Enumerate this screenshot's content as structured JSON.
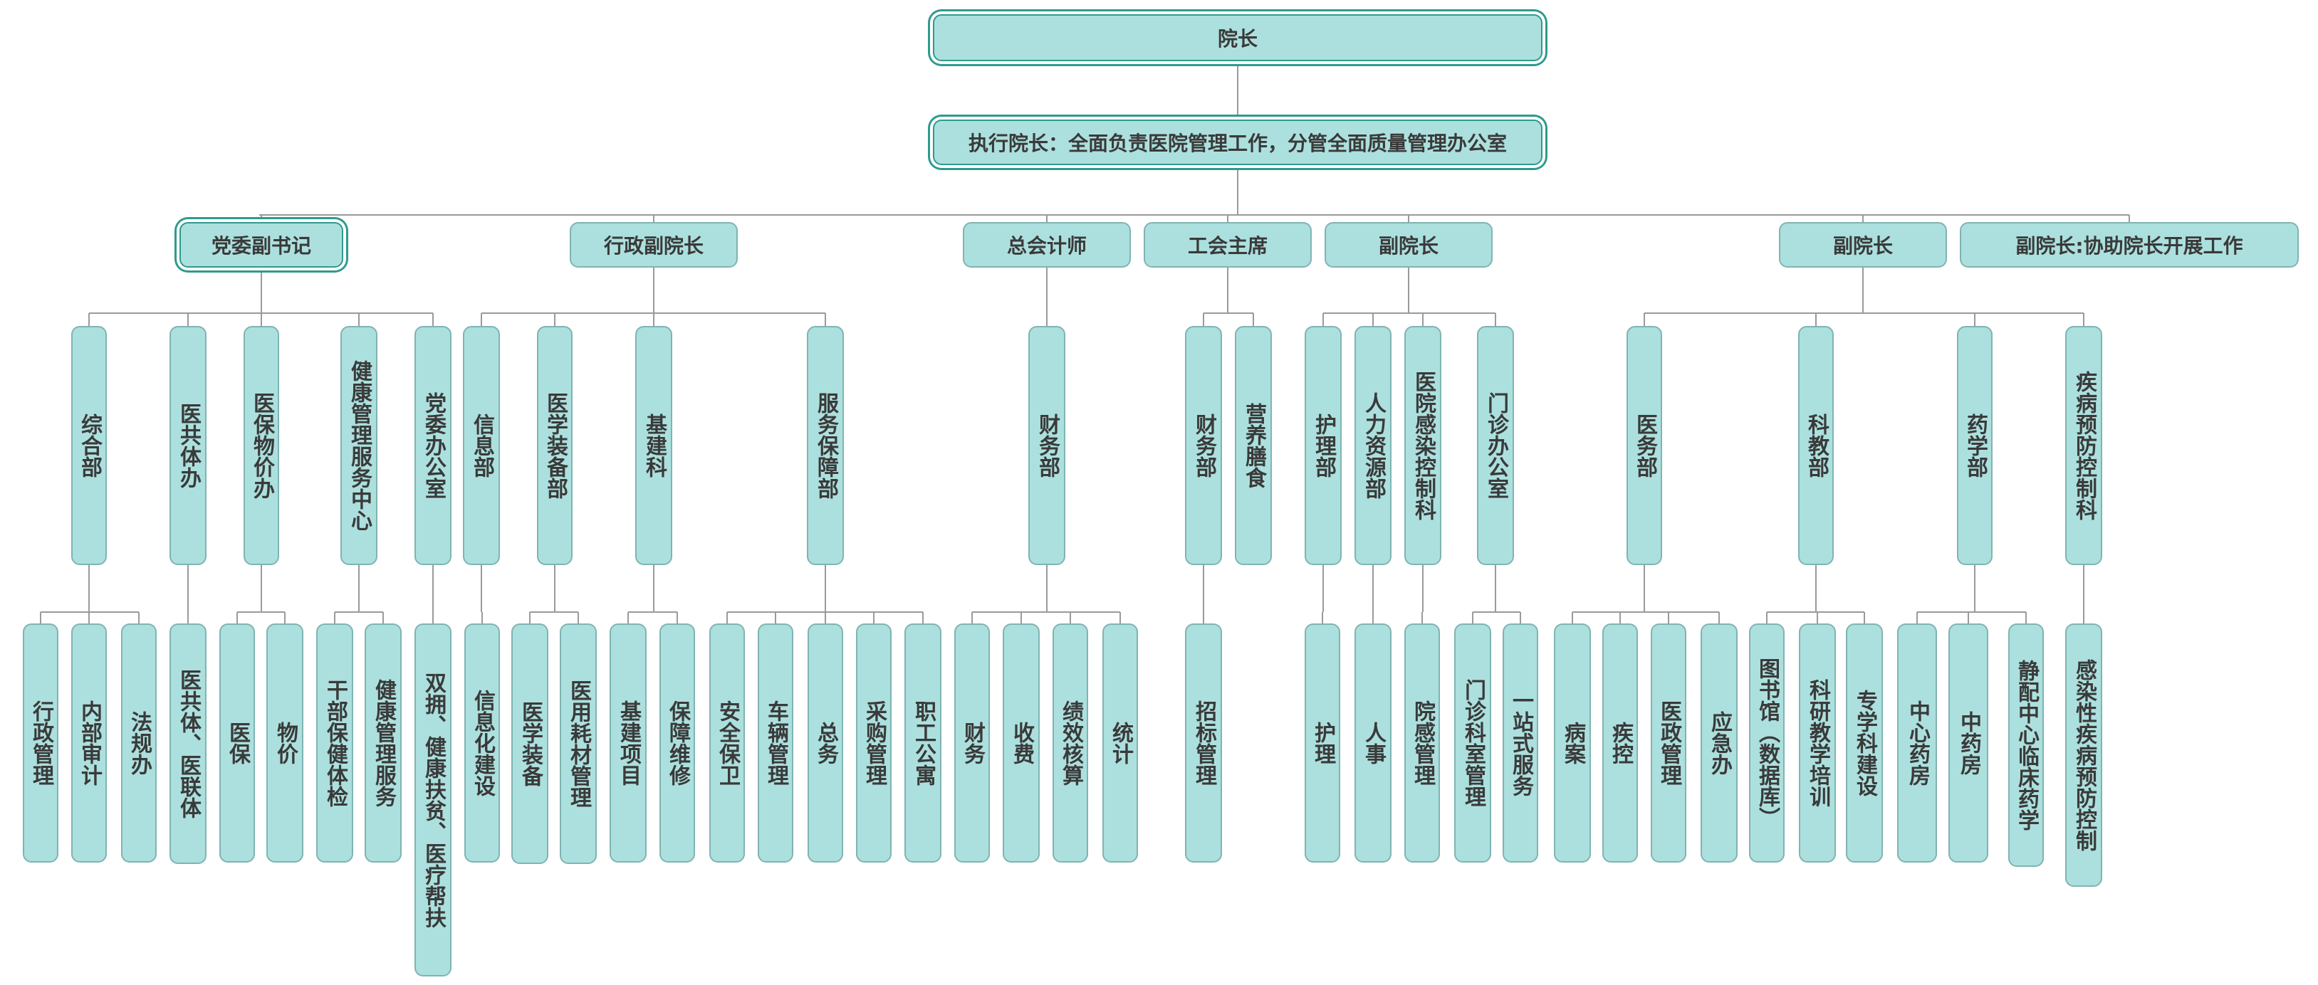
{
  "top": {
    "president": "院长",
    "executive": "执行院长：全面负责医院管理工作，分管全面质量管理办公室"
  },
  "leaders": {
    "party": {
      "title": "党委副书记",
      "depts": [
        {
          "name": "综合部",
          "subs": [
            "行政管理",
            "内部审计",
            "法规办"
          ]
        },
        {
          "name": "医共体办",
          "subs": [
            "医共体、医联体"
          ]
        },
        {
          "name": "医保物价办",
          "subs": [
            "医保",
            "物价"
          ]
        },
        {
          "name": "健康管理服务中心",
          "subs": [
            "干部保健体检",
            "健康管理服务"
          ]
        },
        {
          "name": "党委办公室",
          "subs": [
            "双拥、健康扶贫、医疗帮扶"
          ]
        }
      ]
    },
    "admin": {
      "title": "行政副院长",
      "depts": [
        {
          "name": "信息部",
          "subs": [
            "信息化建设"
          ]
        },
        {
          "name": "医学装备部",
          "subs": [
            "医学装备",
            "医用耗材管理"
          ]
        },
        {
          "name": "基建科",
          "subs": [
            "基建项目",
            "保障维修"
          ]
        },
        {
          "name": "服务保障部",
          "subs": [
            "安全保卫",
            "车辆管理",
            "总务",
            "采购管理",
            "职工公寓"
          ]
        }
      ]
    },
    "accountant": {
      "title": "总会计师",
      "depts": [
        {
          "name": "财务部",
          "subs": [
            "财务",
            "收费",
            "绩效核算",
            "统计"
          ]
        }
      ]
    },
    "union": {
      "title": "工会主席",
      "depts": [
        {
          "name": "财务部",
          "subs": [
            "招标管理"
          ]
        },
        {
          "name": "营养膳食",
          "subs": []
        }
      ]
    },
    "vp1": {
      "title": "副院长",
      "depts": [
        {
          "name": "护理部",
          "subs": [
            "护理"
          ]
        },
        {
          "name": "人力资源部",
          "subs": [
            "人事"
          ]
        },
        {
          "name": "医院感染控制科",
          "subs": [
            "院感管理"
          ]
        },
        {
          "name": "门诊办公室",
          "subs": [
            "门诊科室管理",
            "一站式服务"
          ]
        }
      ]
    },
    "vp2": {
      "title": "副院长",
      "depts": [
        {
          "name": "医务部",
          "subs": [
            "病案",
            "疾控",
            "医政管理",
            "应急办"
          ]
        },
        {
          "name": "科教部",
          "subs": [
            "图书馆（数据库）",
            "科研教学培训",
            "专学科建设"
          ]
        },
        {
          "name": "药学部",
          "subs": [
            "中心药房",
            "中药房",
            "静配中心临床药学"
          ]
        },
        {
          "name": "疾病预防控制科",
          "subs": [
            "感染性疾病预防控制"
          ]
        }
      ]
    },
    "vp3": {
      "title": "副院长:协助院长开展工作",
      "depts": []
    }
  }
}
